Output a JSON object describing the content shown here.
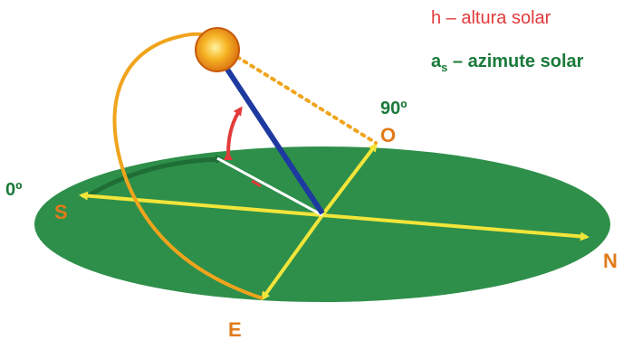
{
  "diagram": {
    "legend": {
      "h_label": "h – altura solar",
      "as_symbol": "a",
      "as_subscript": "s",
      "as_text": " – azimute solar"
    },
    "labels": {
      "zero_deg": "0º",
      "ninety_deg": "90º",
      "south": "S",
      "north": "N",
      "east": "E",
      "west": "O"
    },
    "colors": {
      "ground": "#2e8f4a",
      "ground_dark": "#1f6e36",
      "axes": "#f2e53a",
      "sun_path": "#f0a41c",
      "sun_ray": "#1e3aa0",
      "altitude_arrow": "#e23a3a",
      "h_text": "#e23a3a",
      "as_text": "#1a7a3a",
      "dir_text": "#e07b1a"
    }
  }
}
